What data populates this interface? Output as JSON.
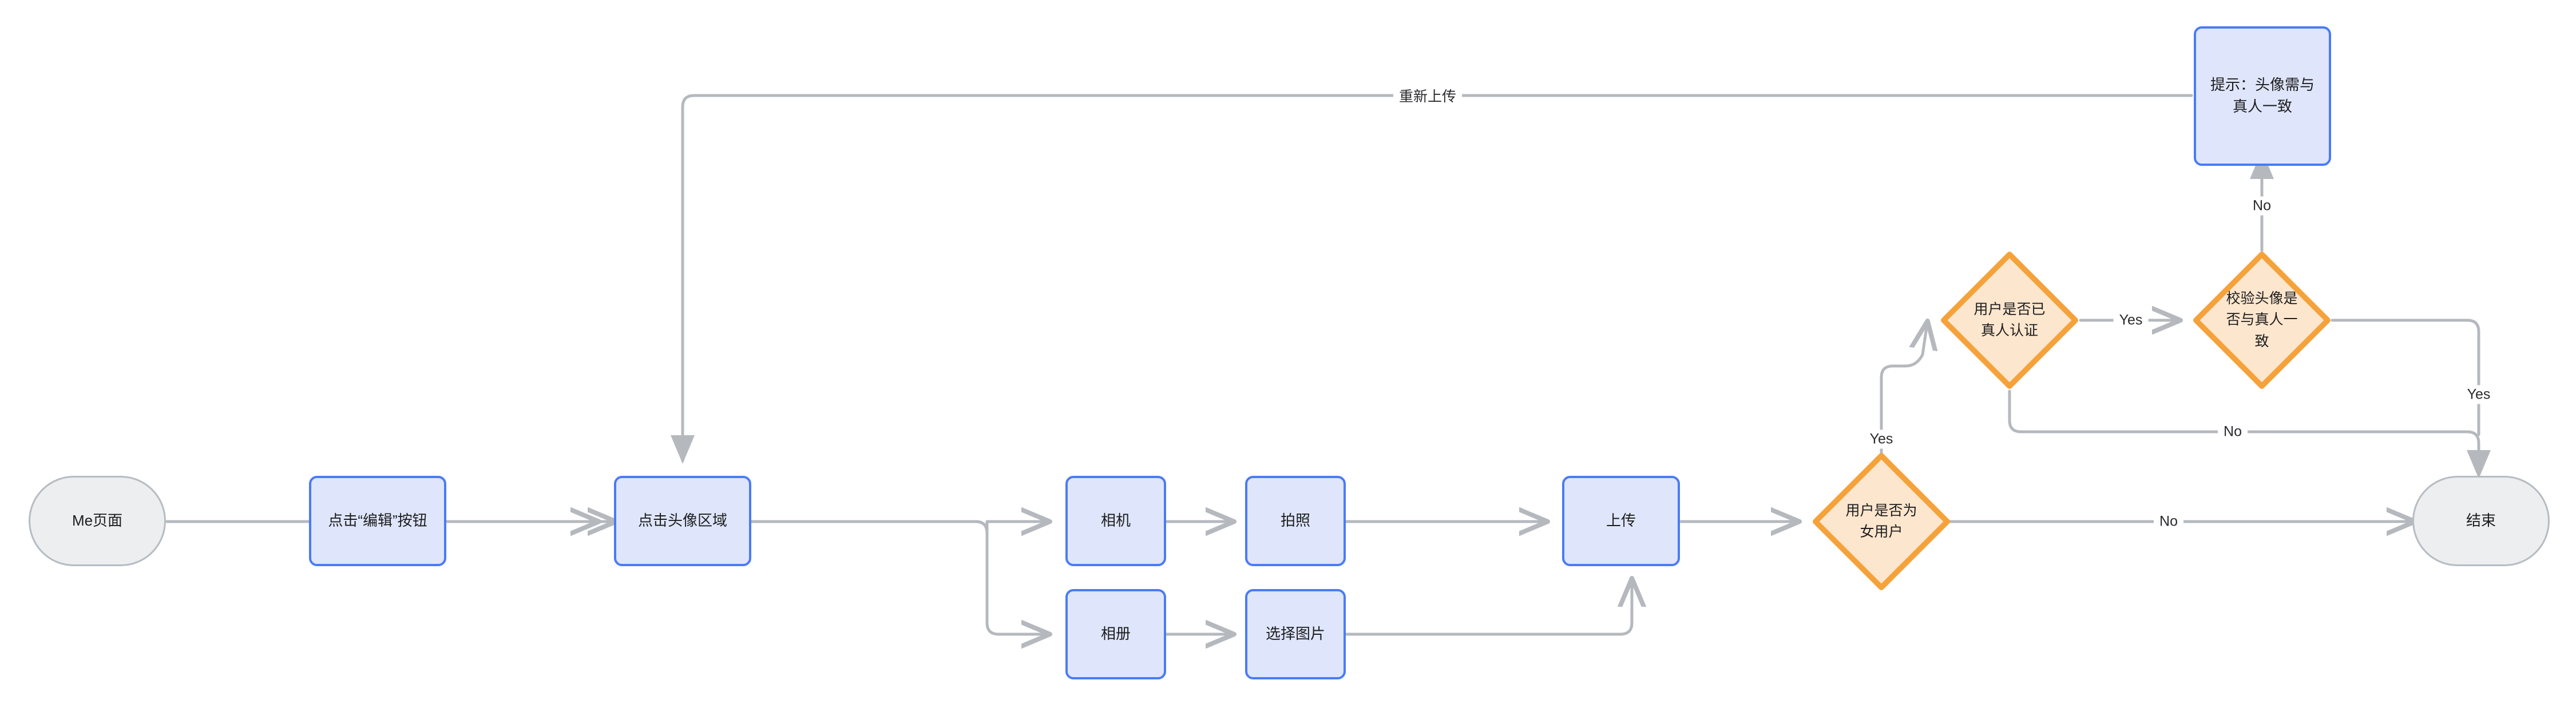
{
  "diagram": {
    "type": "flowchart",
    "title": "",
    "colors": {
      "process_fill": "#dfe6fb",
      "process_stroke": "#4a7bf7",
      "decision_fill": "#fce6cd",
      "decision_stroke": "#f5a23b",
      "terminal_fill": "#eceef0",
      "terminal_stroke": "#b6bcc2",
      "edge_stroke": "#b5b9be",
      "text": "#1d1d1f"
    },
    "nodes": [
      {
        "id": "start",
        "shape": "terminal",
        "label": "Me页面"
      },
      {
        "id": "edit_btn",
        "shape": "process",
        "label": "点击“编辑”按钮"
      },
      {
        "id": "avatar",
        "shape": "process",
        "label": "点击头像区域"
      },
      {
        "id": "camera",
        "shape": "process",
        "label": "相机"
      },
      {
        "id": "album",
        "shape": "process",
        "label": "相册"
      },
      {
        "id": "shoot",
        "shape": "process",
        "label": "拍照"
      },
      {
        "id": "pick",
        "shape": "process",
        "label": "选择图片"
      },
      {
        "id": "upload",
        "shape": "process",
        "label": "上传"
      },
      {
        "id": "is_female",
        "shape": "decision",
        "label": "用户是否为女用户"
      },
      {
        "id": "is_real",
        "shape": "decision",
        "label": "用户是否已真人认证"
      },
      {
        "id": "check_face",
        "shape": "decision",
        "label": "校验头像是否与真人一致"
      },
      {
        "id": "tip",
        "shape": "process",
        "label": "提示：头像需与真人一致"
      },
      {
        "id": "end",
        "shape": "terminal",
        "label": "结束"
      }
    ],
    "edges": [
      {
        "from": "start",
        "to": "edit_btn",
        "label": ""
      },
      {
        "from": "edit_btn",
        "to": "avatar",
        "label": ""
      },
      {
        "from": "avatar",
        "to": "camera",
        "label": ""
      },
      {
        "from": "avatar",
        "to": "album",
        "label": ""
      },
      {
        "from": "camera",
        "to": "shoot",
        "label": ""
      },
      {
        "from": "album",
        "to": "pick",
        "label": ""
      },
      {
        "from": "shoot",
        "to": "upload",
        "label": ""
      },
      {
        "from": "pick",
        "to": "upload",
        "label": ""
      },
      {
        "from": "upload",
        "to": "is_female",
        "label": ""
      },
      {
        "from": "is_female",
        "to": "is_real",
        "label": "Yes"
      },
      {
        "from": "is_female",
        "to": "end",
        "label": "No"
      },
      {
        "from": "is_real",
        "to": "check_face",
        "label": "Yes"
      },
      {
        "from": "is_real",
        "to": "end",
        "label": "No"
      },
      {
        "from": "check_face",
        "to": "tip",
        "label": "No"
      },
      {
        "from": "check_face",
        "to": "end",
        "label": "Yes"
      },
      {
        "from": "tip",
        "to": "avatar",
        "label": "重新上传"
      }
    ],
    "edge_labels": {
      "female_yes": "Yes",
      "female_no": "No",
      "real_yes": "Yes",
      "real_no": "No",
      "check_no": "No",
      "check_yes": "Yes",
      "reupload": "重新上传"
    }
  }
}
